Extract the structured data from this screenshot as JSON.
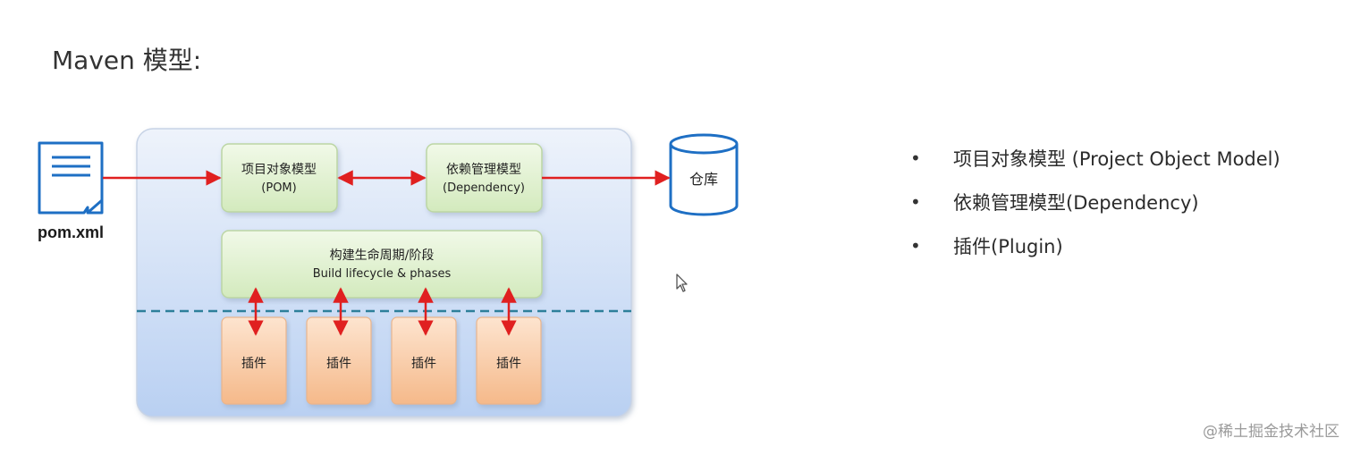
{
  "title": "Maven 模型:",
  "diagram": {
    "pom_file_label": "pom.xml",
    "pom_model_line1": "项目对象模型",
    "pom_model_line2": "(POM)",
    "dependency_model_line1": "依赖管理模型",
    "dependency_model_line2": "(Dependency)",
    "repository_label": "仓库",
    "lifecycle_line1": "构建生命周期/阶段",
    "lifecycle_line2": "Build lifecycle & phases",
    "plugins": [
      "插件",
      "插件",
      "插件",
      "插件"
    ],
    "colors": {
      "container_top": "#eef3fb",
      "container_bottom": "#b9d0f2",
      "model_box": "#dff0cf",
      "plugin_box": "#f8c9a0",
      "arrow": "#e02020",
      "icon": "#1e6fc4",
      "divider": "#2d7f9a"
    }
  },
  "bullets": [
    "项目对象模型 (Project Object Model)",
    "依赖管理模型(Dependency)",
    "插件(Plugin)"
  ],
  "watermark": "@稀土掘金技术社区"
}
